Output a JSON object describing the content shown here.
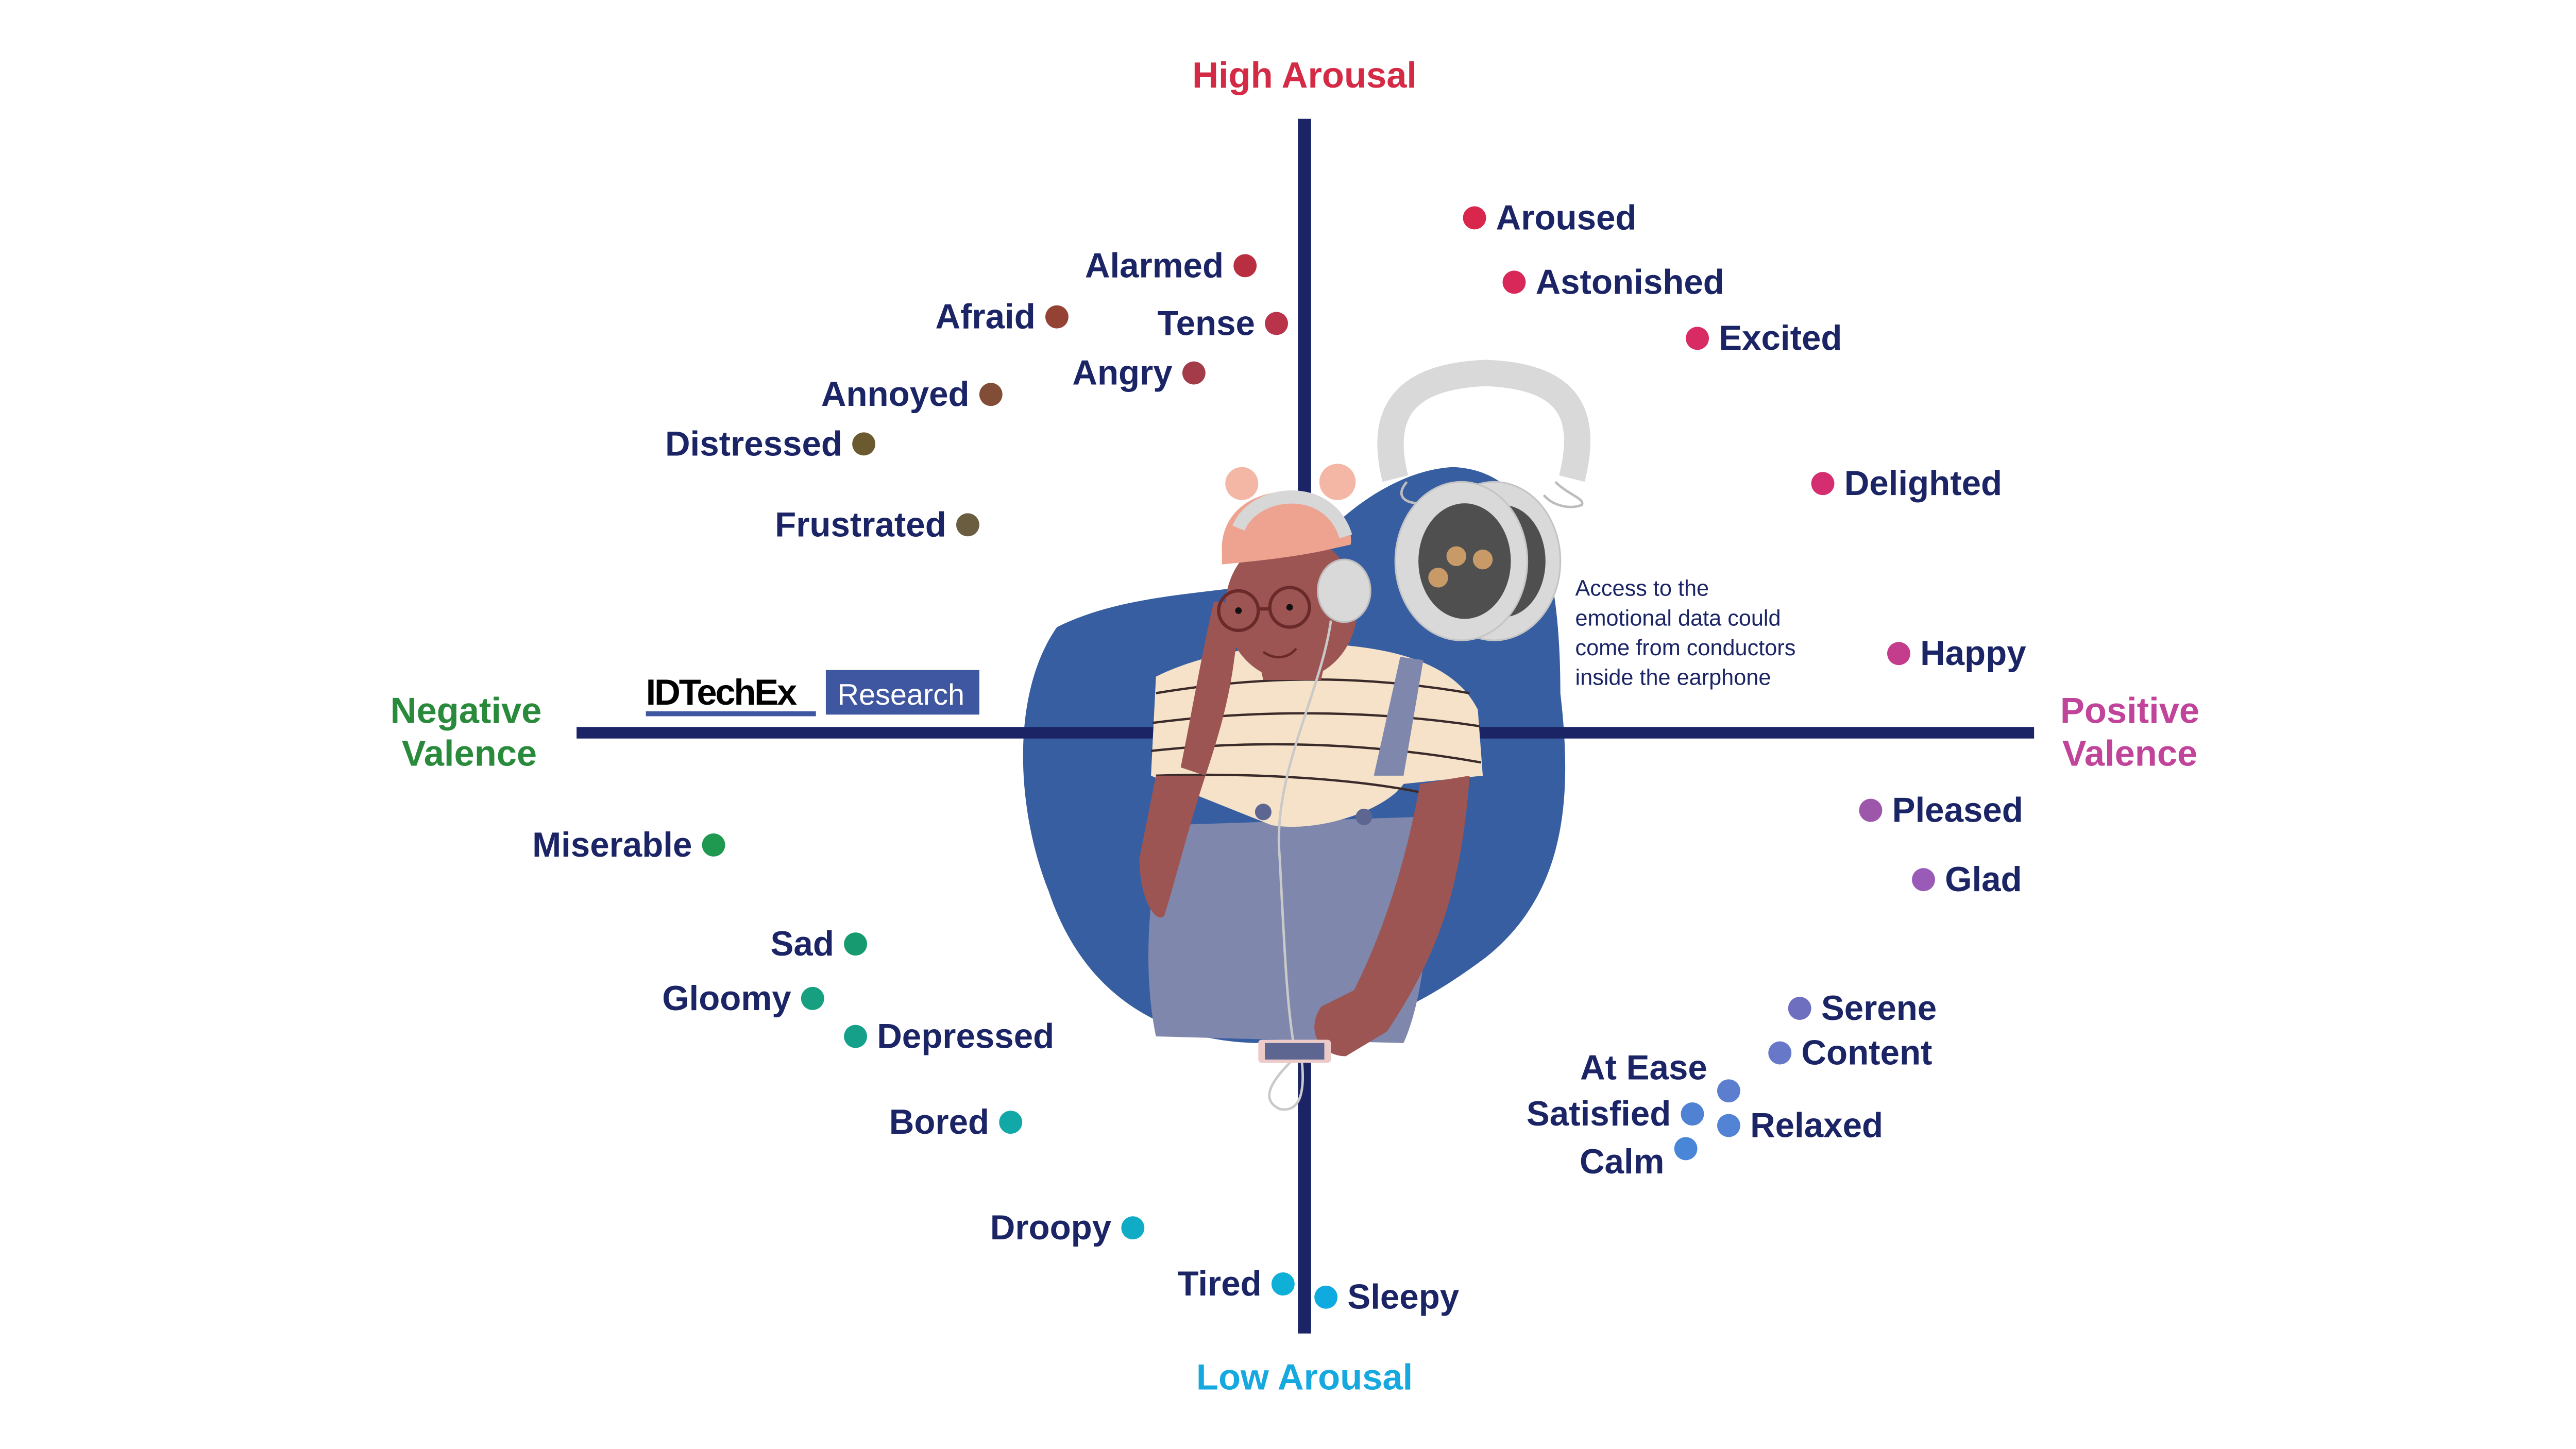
{
  "axes": {
    "high_arousal": "High Arousal",
    "low_arousal": "Low Arousal",
    "negative_valence": [
      "Negative",
      "Valence"
    ],
    "positive_valence": [
      "Positive",
      "Valence"
    ]
  },
  "colors": {
    "axis": "#1b2566",
    "label_text": "#1b2566",
    "high_arousal": "#d42a45",
    "low_arousal": "#16a9df",
    "negative_valence": "#2a8a3c",
    "positive_valence": "#c0449a",
    "blob": "#385ea2"
  },
  "logo": {
    "brand": "IDTechEx",
    "tag": "Research"
  },
  "annotation": [
    "Access to the",
    "emotional data could",
    "come from conductors",
    "inside the earphone"
  ],
  "emotions": [
    {
      "label": "Aroused",
      "color": "#d8264c"
    },
    {
      "label": "Astonished",
      "color": "#d8285a"
    },
    {
      "label": "Excited",
      "color": "#d92b63"
    },
    {
      "label": "Delighted",
      "color": "#d42d70"
    },
    {
      "label": "Happy",
      "color": "#c43d8c"
    },
    {
      "label": "Pleased",
      "color": "#9c57ab"
    },
    {
      "label": "Glad",
      "color": "#9a5bb8"
    },
    {
      "label": "Serene",
      "color": "#6f6fc0"
    },
    {
      "label": "Content",
      "color": "#6878c8"
    },
    {
      "label": "At Ease",
      "color": "#5b7ece"
    },
    {
      "label": "Satisfied",
      "color": "#5082d3"
    },
    {
      "label": "Relaxed",
      "color": "#5283d4"
    },
    {
      "label": "Calm",
      "color": "#4a86d8"
    },
    {
      "label": "Sleepy",
      "color": "#0eaae0"
    },
    {
      "label": "Tired",
      "color": "#0fb0d8"
    },
    {
      "label": "Droopy",
      "color": "#10acc5"
    },
    {
      "label": "Bored",
      "color": "#13a8a8"
    },
    {
      "label": "Depressed",
      "color": "#15a08a"
    },
    {
      "label": "Gloomy",
      "color": "#17a080"
    },
    {
      "label": "Sad",
      "color": "#179a70"
    },
    {
      "label": "Miserable",
      "color": "#1f9950"
    },
    {
      "label": "Frustrated",
      "color": "#6a5d40"
    },
    {
      "label": "Distressed",
      "color": "#6b5a2f"
    },
    {
      "label": "Annoyed",
      "color": "#824d36"
    },
    {
      "label": "Angry",
      "color": "#a33c48"
    },
    {
      "label": "Tense",
      "color": "#b9344a"
    },
    {
      "label": "Afraid",
      "color": "#934233"
    },
    {
      "label": "Alarmed",
      "color": "#b92f42"
    }
  ]
}
